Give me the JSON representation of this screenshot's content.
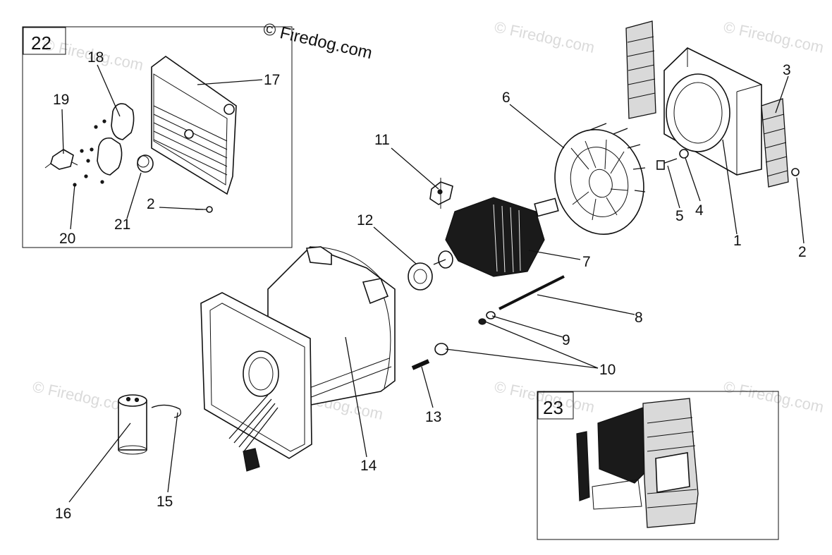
{
  "copyright": "© Firedog.com",
  "watermark": "© Firedog.com",
  "insets": {
    "left_box_label": "22",
    "right_box_label": "23"
  },
  "callouts": {
    "c1": "1",
    "c2a": "2",
    "c2b": "2",
    "c3": "3",
    "c4": "4",
    "c5": "5",
    "c6": "6",
    "c7": "7",
    "c8": "8",
    "c9": "9",
    "c10": "10",
    "c11": "11",
    "c12": "12",
    "c13": "13",
    "c14": "14",
    "c15": "15",
    "c16": "16",
    "c17": "17",
    "c18": "18",
    "c19": "19",
    "c20": "20",
    "c21": "21"
  }
}
